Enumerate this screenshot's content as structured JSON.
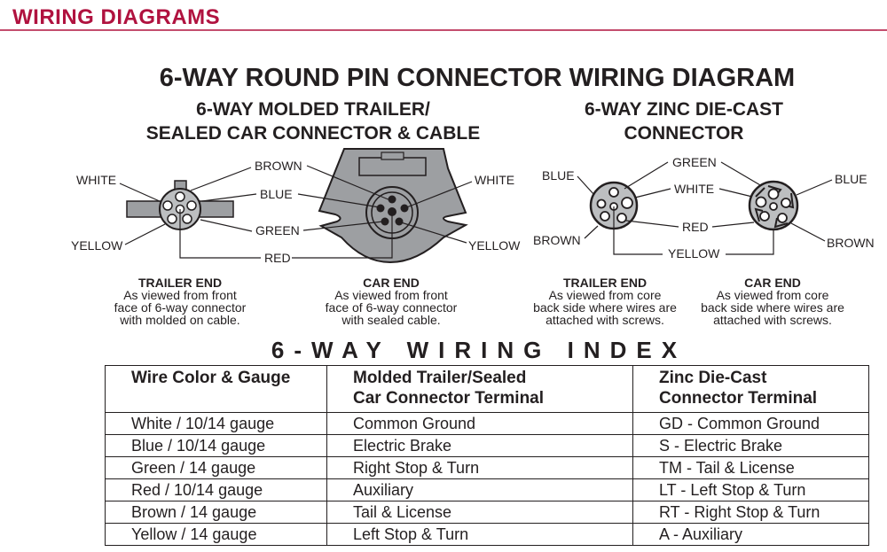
{
  "header": {
    "title": "WIRING DIAGRAMS",
    "accent_color": "#b0123f"
  },
  "diagram": {
    "title": "6-WAY ROUND PIN CONNECTOR WIRING DIAGRAM",
    "molded": {
      "subtitle_line1": "6-WAY MOLDED TRAILER/",
      "subtitle_line2": "SEALED CAR CONNECTOR & CABLE",
      "labels": {
        "white": "WHITE",
        "brown": "BROWN",
        "blue": "BLUE",
        "green": "GREEN",
        "red": "RED",
        "yellow": "YELLOW",
        "white_car": "WHITE",
        "yellow_car": "YELLOW"
      },
      "trailer_caption": {
        "title": "TRAILER END",
        "lines": [
          "As viewed from front",
          "face of 6-way connector",
          "with molded on cable."
        ]
      },
      "car_caption": {
        "title": "CAR END",
        "lines": [
          "As viewed from front",
          "face of 6-way connector",
          "with sealed cable."
        ]
      }
    },
    "zinc": {
      "subtitle_line1": "6-WAY ZINC DIE-CAST",
      "subtitle_line2": "CONNECTOR",
      "labels": {
        "blue": "BLUE",
        "green": "GREEN",
        "white": "WHITE",
        "red": "RED",
        "brown": "BROWN",
        "yellow": "YELLOW",
        "blue_car": "BLUE",
        "brown_car": "BROWN"
      },
      "trailer_caption": {
        "title": "TRAILER END",
        "lines": [
          "As viewed from core",
          "back side where wires are",
          "attached with screws."
        ]
      },
      "car_caption": {
        "title": "CAR END",
        "lines": [
          "As viewed from core",
          "back side where wires are",
          "attached with screws."
        ]
      }
    }
  },
  "index": {
    "title": "6-WAY WIRING INDEX",
    "headers": [
      {
        "line1": "Wire Color & Gauge",
        "line2": ""
      },
      {
        "line1": "Molded Trailer/Sealed",
        "line2": "Car Connector Terminal"
      },
      {
        "line1": "Zinc Die-Cast",
        "line2": "Connector Terminal"
      }
    ],
    "rows": [
      [
        "White / 10/14 gauge",
        "Common Ground",
        "GD - Common Ground"
      ],
      [
        "Blue / 10/14 gauge",
        "Electric Brake",
        "S - Electric Brake"
      ],
      [
        "Green / 14 gauge",
        "Right Stop & Turn",
        "TM - Tail & License"
      ],
      [
        "Red / 10/14 gauge",
        "Auxiliary",
        "LT - Left Stop & Turn"
      ],
      [
        "Brown / 14 gauge",
        "Tail & License",
        "RT - Right Stop & Turn"
      ],
      [
        "Yellow / 14 gauge",
        "Left Stop & Turn",
        "A - Auxiliary"
      ]
    ]
  }
}
